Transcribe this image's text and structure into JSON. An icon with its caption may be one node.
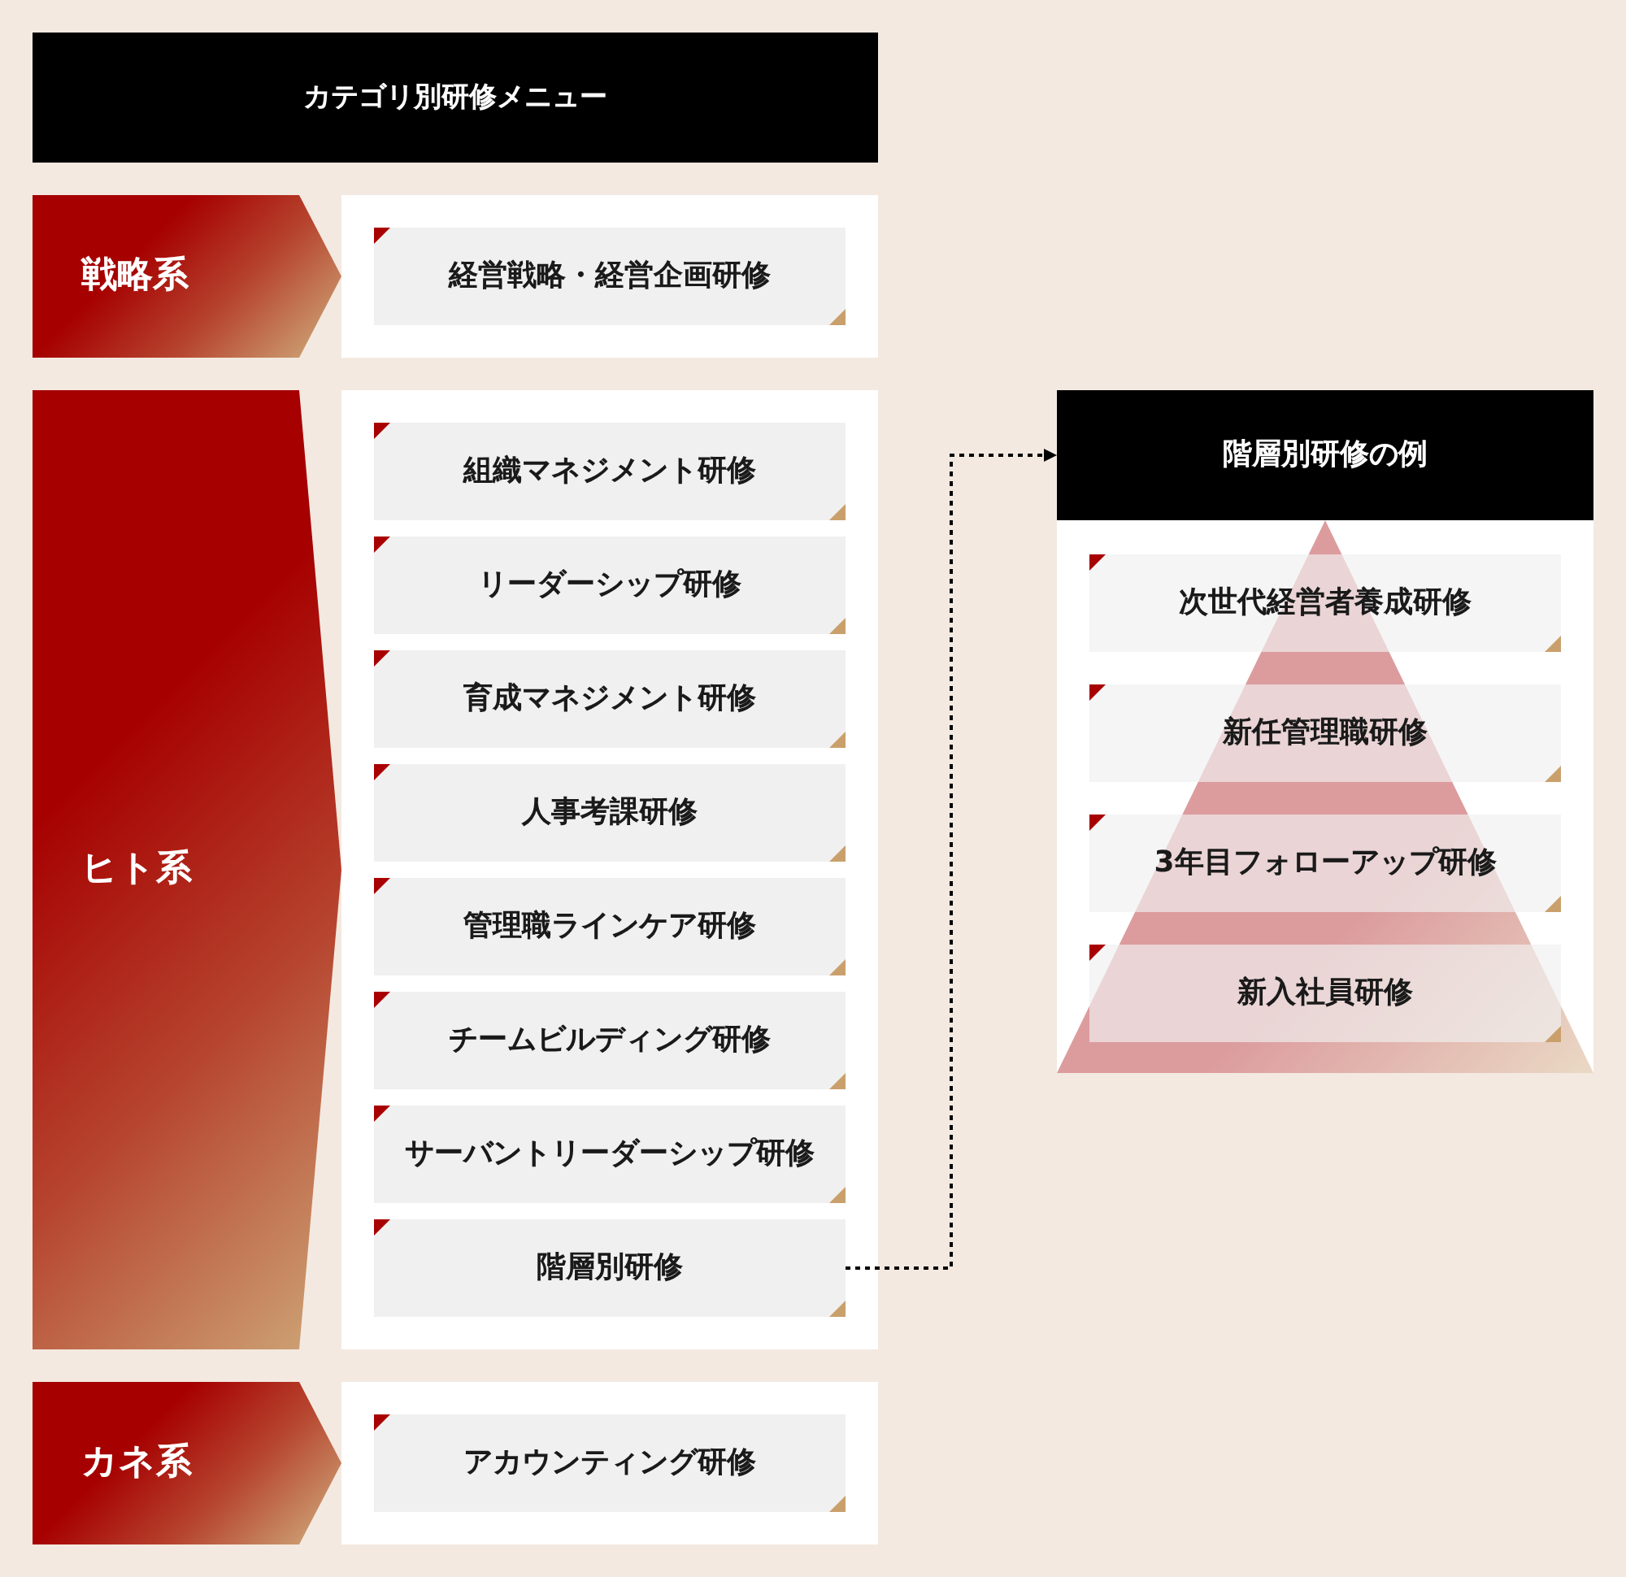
{
  "diagram": {
    "nodes": [
      {
        "text": [
          "カテゴリ別研修メニュー"
        ]
      },
      {
        "text": [
          "戦略系"
        ]
      },
      {
        "text": [],
        "shape": "box"
      },
      {
        "text": [
          "経営戦略・経営企画研修"
        ],
        "in": 2
      },
      {
        "text": [
          "ヒト系"
        ]
      },
      {
        "text": [],
        "shape": "box"
      },
      {
        "text": [
          "組織マネジメント研修"
        ],
        "in": 5
      },
      {
        "text": [
          "リーダーシップ研修"
        ],
        "in": 5
      },
      {
        "text": [
          "育成マネジメント研修"
        ],
        "in": 5
      },
      {
        "text": [
          "人事考課研修"
        ],
        "in": 5
      },
      {
        "text": [
          "管理職ラインケア研修"
        ],
        "in": 5
      },
      {
        "text": [
          "チームビルディング研修"
        ],
        "in": 5
      },
      {
        "text": [
          "サーバントリーダーシップ研修"
        ],
        "in": 5
      },
      {
        "text": [
          "階層別研修"
        ],
        "in": 5
      },
      {
        "text": [
          "カネ系"
        ]
      },
      {
        "text": [],
        "shape": "box"
      },
      {
        "text": [
          "アカウンティング研修"
        ],
        "in": 15
      },
      {
        "text": [
          "階層別研修の例"
        ]
      },
      {
        "text": [
          "次世代経営者養成研修"
        ],
        "in": 17
      },
      {
        "text": [
          "新任管理職研修"
        ],
        "in": 17
      },
      {
        "text": [
          "3年目フォローアップ研修"
        ],
        "in": 17
      },
      {
        "text": [
          "新入社員研修"
        ],
        "in": 17
      }
    ],
    "edges": [
      {
        "from": 13,
        "to": 17,
        "arrow": "to",
        "style": "dashed"
      }
    ]
  }
}
